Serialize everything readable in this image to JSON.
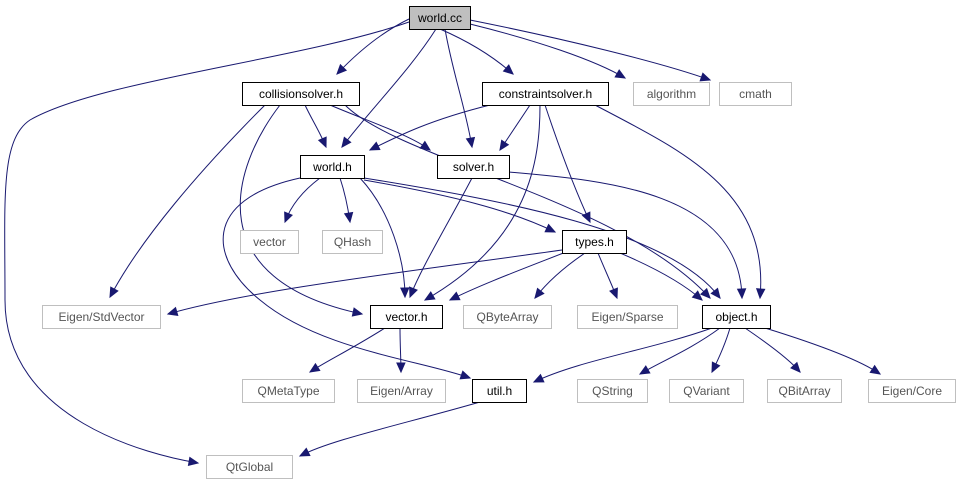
{
  "diagram": {
    "type": "include-dependency-graph",
    "colors": {
      "edge": "#191970",
      "root_fill": "#bfbfbf",
      "documented_border": "#000000",
      "external_border": "#bfbfbf",
      "documented_text": "#000000",
      "external_text": "#555555"
    },
    "nodes": [
      {
        "id": "world_cc",
        "label": "world.cc",
        "kind": "root"
      },
      {
        "id": "collisionsolver_h",
        "label": "collisionsolver.h",
        "kind": "documented"
      },
      {
        "id": "constraintsolver_h",
        "label": "constraintsolver.h",
        "kind": "documented"
      },
      {
        "id": "algorithm",
        "label": "algorithm",
        "kind": "external"
      },
      {
        "id": "cmath",
        "label": "cmath",
        "kind": "external"
      },
      {
        "id": "world_h",
        "label": "world.h",
        "kind": "documented"
      },
      {
        "id": "solver_h",
        "label": "solver.h",
        "kind": "documented"
      },
      {
        "id": "vector",
        "label": "vector",
        "kind": "external"
      },
      {
        "id": "qhash",
        "label": "QHash",
        "kind": "external"
      },
      {
        "id": "types_h",
        "label": "types.h",
        "kind": "documented"
      },
      {
        "id": "eigen_stdvector",
        "label": "Eigen/StdVector",
        "kind": "external"
      },
      {
        "id": "vector_h",
        "label": "vector.h",
        "kind": "documented"
      },
      {
        "id": "qbytearray",
        "label": "QByteArray",
        "kind": "external"
      },
      {
        "id": "eigen_sparse",
        "label": "Eigen/Sparse",
        "kind": "external"
      },
      {
        "id": "object_h",
        "label": "object.h",
        "kind": "documented"
      },
      {
        "id": "qmetatype",
        "label": "QMetaType",
        "kind": "external"
      },
      {
        "id": "eigen_array",
        "label": "Eigen/Array",
        "kind": "external"
      },
      {
        "id": "util_h",
        "label": "util.h",
        "kind": "documented"
      },
      {
        "id": "qstring",
        "label": "QString",
        "kind": "external"
      },
      {
        "id": "qvariant",
        "label": "QVariant",
        "kind": "external"
      },
      {
        "id": "qbitarray",
        "label": "QBitArray",
        "kind": "external"
      },
      {
        "id": "eigen_core",
        "label": "Eigen/Core",
        "kind": "external"
      },
      {
        "id": "qtglobal",
        "label": "QtGlobal",
        "kind": "external"
      }
    ],
    "edges": [
      {
        "from": "world_cc",
        "to": "collisionsolver_h"
      },
      {
        "from": "world_cc",
        "to": "constraintsolver_h"
      },
      {
        "from": "world_cc",
        "to": "algorithm"
      },
      {
        "from": "world_cc",
        "to": "cmath"
      },
      {
        "from": "world_cc",
        "to": "world_h"
      },
      {
        "from": "world_cc",
        "to": "solver_h"
      },
      {
        "from": "world_cc",
        "to": "qtglobal"
      },
      {
        "from": "collisionsolver_h",
        "to": "world_h"
      },
      {
        "from": "collisionsolver_h",
        "to": "solver_h"
      },
      {
        "from": "collisionsolver_h",
        "to": "object_h"
      },
      {
        "from": "collisionsolver_h",
        "to": "vector_h"
      },
      {
        "from": "collisionsolver_h",
        "to": "eigen_stdvector"
      },
      {
        "from": "constraintsolver_h",
        "to": "world_h"
      },
      {
        "from": "constraintsolver_h",
        "to": "solver_h"
      },
      {
        "from": "constraintsolver_h",
        "to": "types_h"
      },
      {
        "from": "constraintsolver_h",
        "to": "vector_h"
      },
      {
        "from": "constraintsolver_h",
        "to": "object_h"
      },
      {
        "from": "world_h",
        "to": "vector"
      },
      {
        "from": "world_h",
        "to": "qhash"
      },
      {
        "from": "world_h",
        "to": "types_h"
      },
      {
        "from": "world_h",
        "to": "vector_h"
      },
      {
        "from": "world_h",
        "to": "object_h"
      },
      {
        "from": "world_h",
        "to": "util_h"
      },
      {
        "from": "solver_h",
        "to": "vector_h"
      },
      {
        "from": "solver_h",
        "to": "object_h"
      },
      {
        "from": "types_h",
        "to": "eigen_stdvector"
      },
      {
        "from": "types_h",
        "to": "vector_h"
      },
      {
        "from": "types_h",
        "to": "qbytearray"
      },
      {
        "from": "types_h",
        "to": "eigen_sparse"
      },
      {
        "from": "types_h",
        "to": "object_h"
      },
      {
        "from": "vector_h",
        "to": "qmetatype"
      },
      {
        "from": "vector_h",
        "to": "eigen_array"
      },
      {
        "from": "object_h",
        "to": "util_h"
      },
      {
        "from": "object_h",
        "to": "qstring"
      },
      {
        "from": "object_h",
        "to": "qvariant"
      },
      {
        "from": "object_h",
        "to": "qbitarray"
      },
      {
        "from": "object_h",
        "to": "eigen_core"
      },
      {
        "from": "util_h",
        "to": "qtglobal"
      }
    ]
  }
}
